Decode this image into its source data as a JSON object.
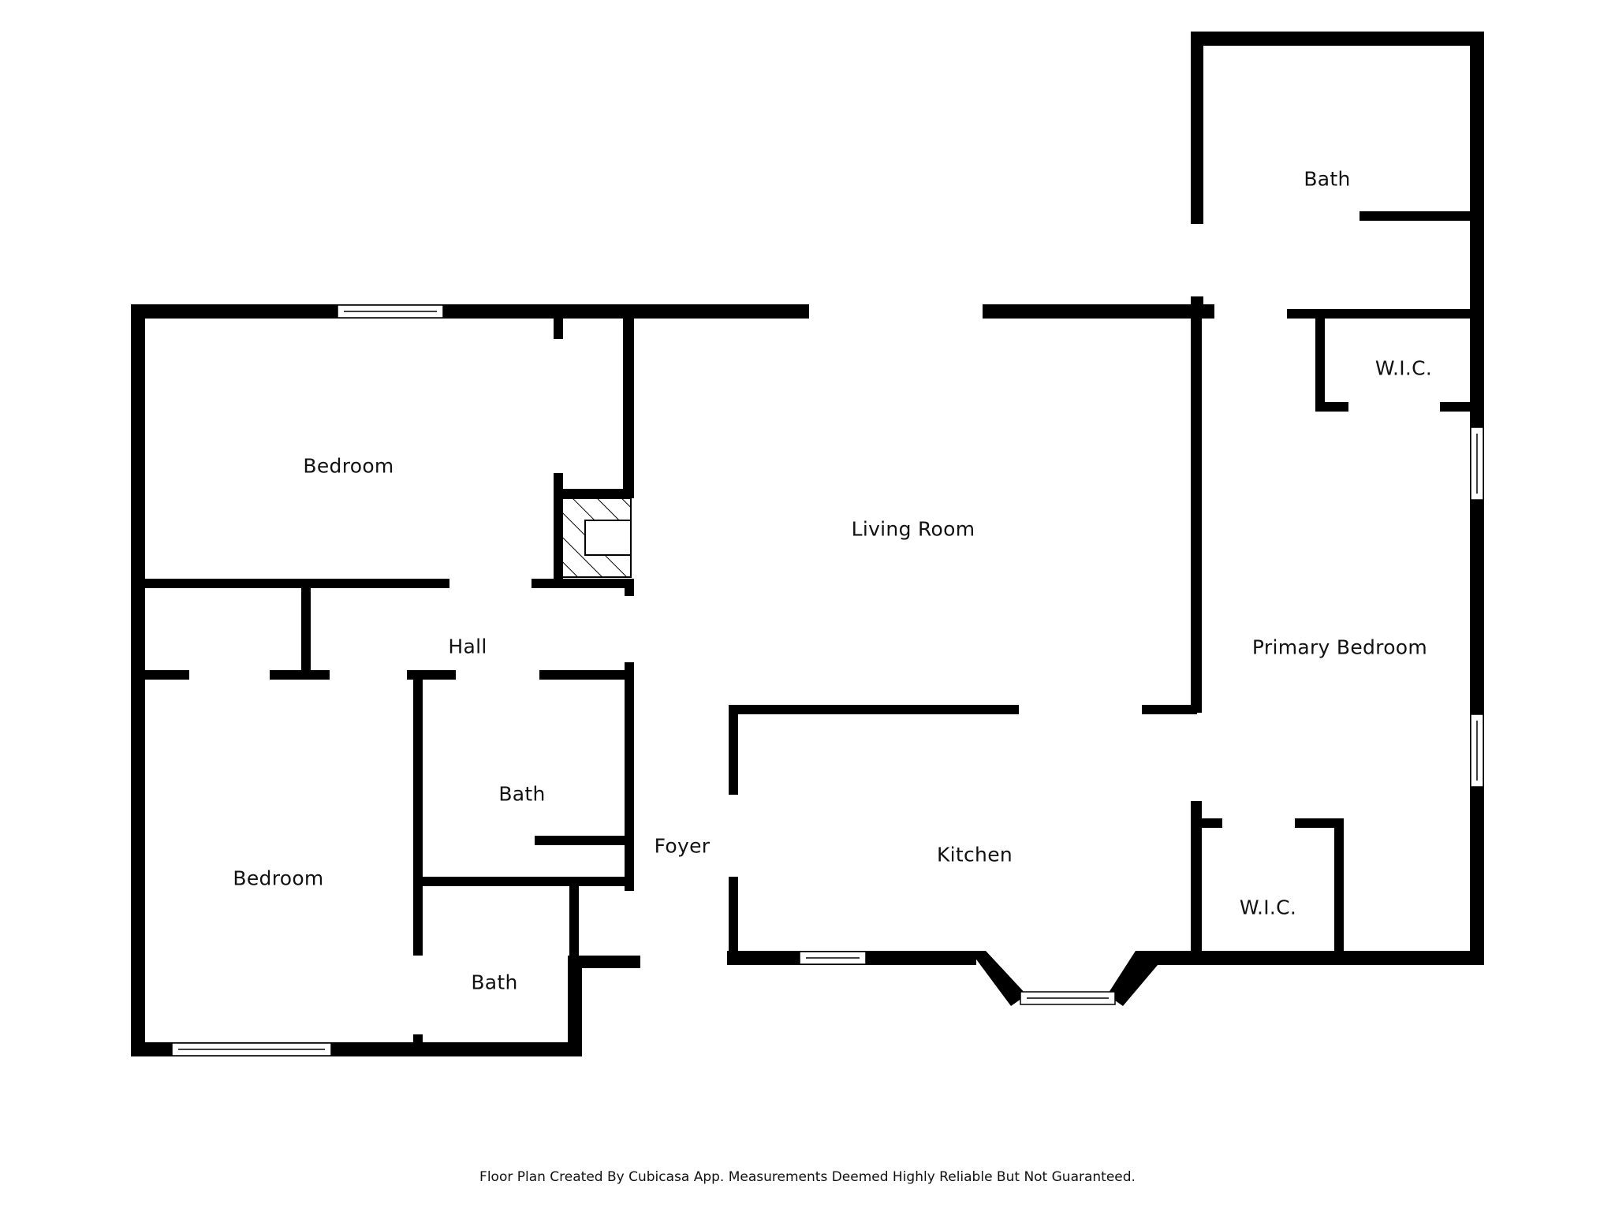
{
  "rooms": {
    "bedroom_top": {
      "label": "Bedroom"
    },
    "bedroom_bottom": {
      "label": "Bedroom"
    },
    "hall": {
      "label": "Hall"
    },
    "bath_hall": {
      "label": "Bath"
    },
    "bath_small": {
      "label": "Bath"
    },
    "foyer": {
      "label": "Foyer"
    },
    "living_room": {
      "label": "Living Room"
    },
    "kitchen": {
      "label": "Kitchen"
    },
    "primary_bedroom": {
      "label": "Primary Bedroom"
    },
    "primary_bath": {
      "label": "Bath"
    },
    "wic_top": {
      "label": "W.I.C."
    },
    "wic_bottom": {
      "label": "W.I.C."
    }
  },
  "footer": {
    "text": "Floor Plan Created By Cubicasa App. Measurements Deemed Highly Reliable But Not Guaranteed."
  },
  "colors": {
    "wall": "#000000",
    "background": "#ffffff"
  }
}
